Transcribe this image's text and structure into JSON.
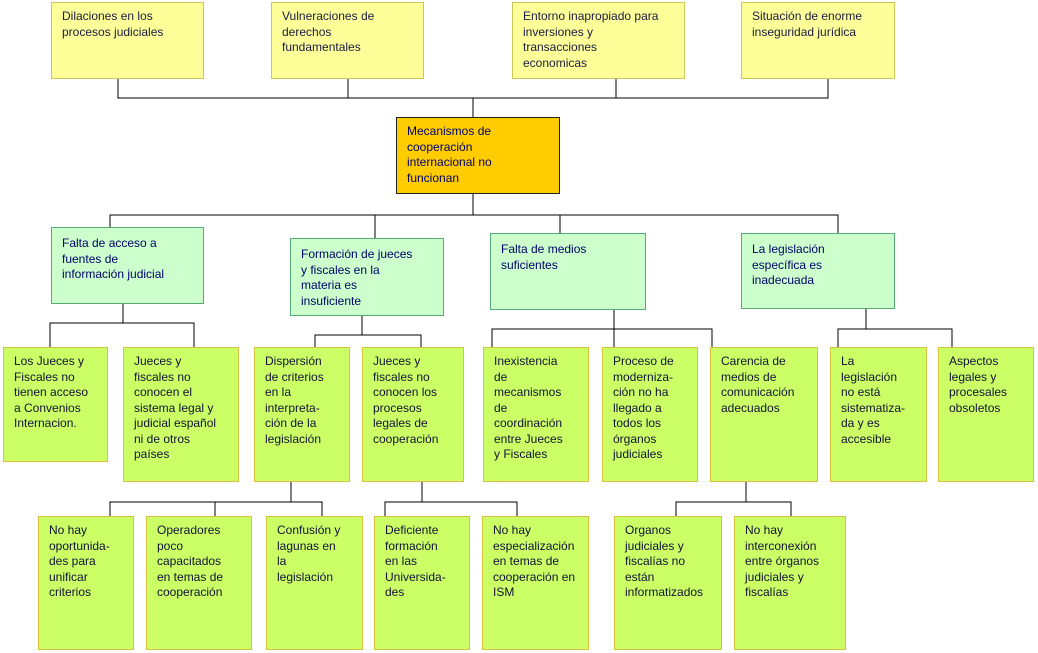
{
  "effects": [
    "Dilaciones en los\nprocesos judiciales",
    "Vulneraciones de\nderechos\nfundamentales",
    "Entorno inapropiado para\ninversiones y\ntransacciones\neconomicas",
    "Situación de enorme\ninseguridad jurídica"
  ],
  "core_problem": "Mecanismos de\ncooperación\ninternacional no\nfuncionan",
  "causes": [
    "Falta de acceso a\nfuentes de\ninformación judicial",
    "Formación de jueces\ny fiscales en la\nmateria es\ninsuficiente",
    "Falta de medios\nsuficientes",
    "La legislación\nespecífica es\ninadecuada"
  ],
  "subcauses": [
    "Los Jueces y\nFiscales no\ntienen acceso\na Convenios\nInternacion.",
    "Jueces y\nfiscales no\nconocen el\nsistema legal y\njudicial español\nni de otros\npaíses",
    "Dispersión\nde criterios\nen la\ninterpreta-\nción de la\nlegislación",
    "Jueces y\nfiscales no\nconocen los\nprocesos\nlegales de\ncooperación",
    "Inexistencia\nde\nmecanismos\nde\ncoordinación\nentre Jueces\ny Fiscales",
    "Proceso de\nmoderniza-\nción no ha\nllegado a\ntodos los\nórganos\njudiciales",
    "Carencia de\nmedios de\ncomunicación\nadecuados",
    "La\nlegislación\nno está\nsistematiza-\nda y es\naccesible",
    "Aspectos\nlegales y\nprocesales\nobsoletos"
  ],
  "root_causes": [
    "No hay\noportunida-\ndes para\nunificar\ncriterios",
    "Operadores\npoco\ncapacitados\nen temas de\ncooperación",
    "Confusión y\nlagunas en\nla\nlegislación",
    "Deficiente\nformación\nen las\nUniversida-\ndes",
    "No hay\nespecialización\nen temas de\ncooperación en\nISM",
    "Organos\njudiciales y\nfiscalías no\nestán\ninformatizados",
    "No hay\ninterconexión\nentre órganos\njudiciales y\nfiscalías"
  ],
  "colors": {
    "effect_fill": "#ffff99",
    "core_fill": "#ffcc00",
    "cause_fill": "#ccffcc",
    "subcause_fill": "#ccff66",
    "text_navy": "#00006a",
    "connector": "#000000"
  }
}
